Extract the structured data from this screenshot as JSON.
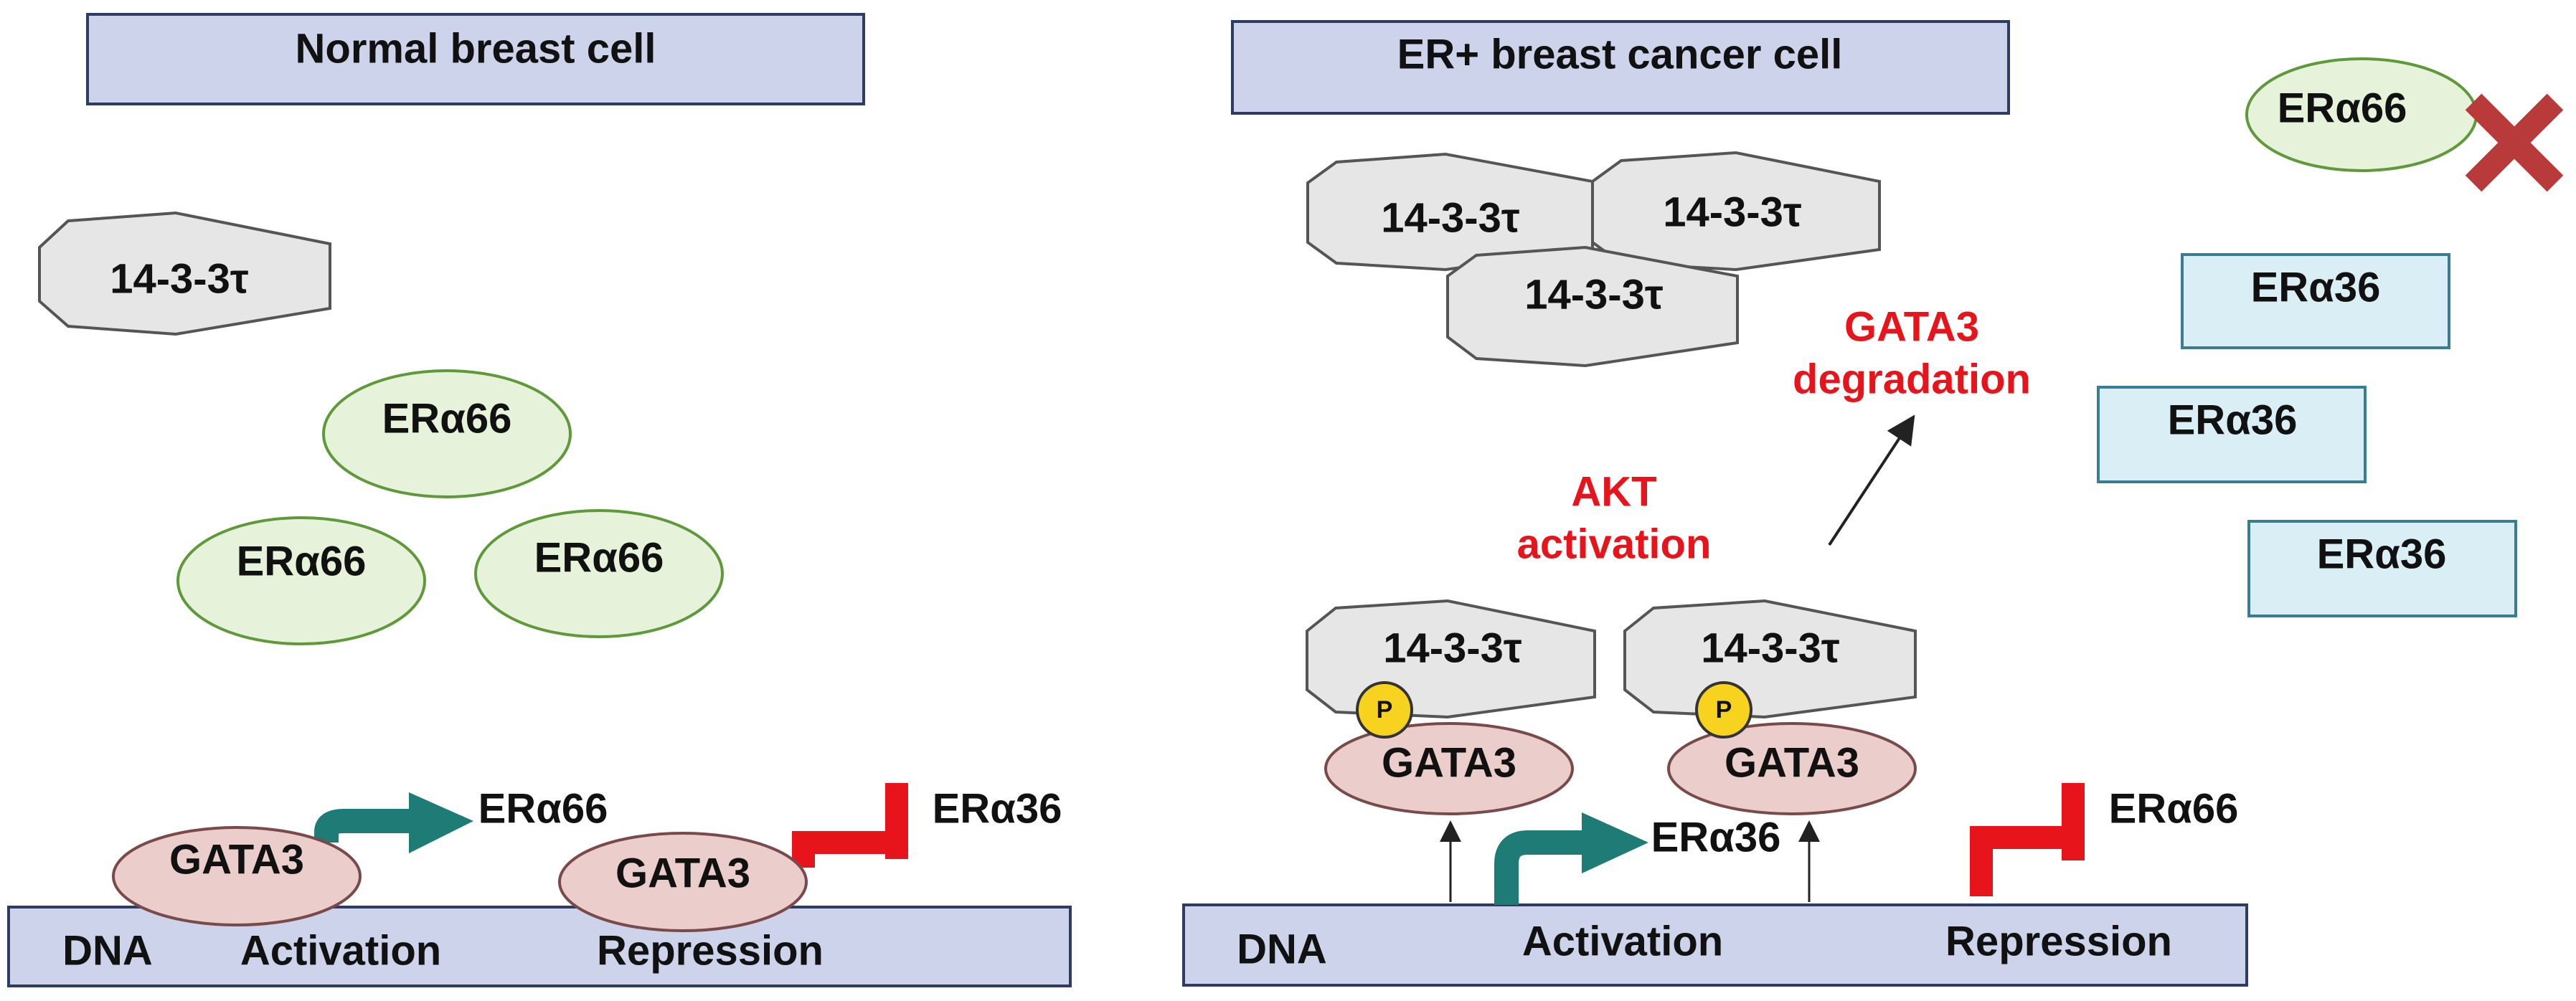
{
  "colors": {
    "title_fill": "#cdd3ea",
    "title_stroke": "#2e3b63",
    "hex_fill": "#e6e6e6",
    "hex_stroke": "#555555",
    "er66_fill": "#e6f2d9",
    "er66_stroke": "#5f9a3a",
    "er36_fill": "#d9eff5",
    "er36_stroke": "#3a7c93",
    "gata_fill": "#ebcdcb",
    "gata_stroke": "#7a4a4a",
    "dna_fill": "#cdd3ea",
    "dna_stroke": "#2e3b63",
    "activation_arrow": "#1e7b75",
    "repression_bar": "#e8141c",
    "red_text": "#e8141c",
    "phospho_fill": "#f7d21e",
    "cross": "#b83a3a"
  },
  "left_panel": {
    "title": "Normal breast cell",
    "protein_1433": "14-3-3τ",
    "eralpha66": [
      "ERα66",
      "ERα66",
      "ERα66"
    ],
    "dna": {
      "dna_label": "DNA",
      "activation_label": "Activation",
      "repression_label": "Repression",
      "gata3_a": "GATA3",
      "gata3_b": "GATA3",
      "activated_gene": "ERα66",
      "repressed_gene": "ERα36"
    }
  },
  "right_panel": {
    "title": "ER+ breast cancer cell",
    "protein_1433_cluster": [
      "14-3-3τ",
      "14-3-3τ",
      "14-3-3τ"
    ],
    "degraded_eralpha66": "ERα66",
    "eralpha36": [
      "ERα36",
      "ERα36",
      "ERα36"
    ],
    "gata3_degradation": [
      "GATA3",
      "degradation"
    ],
    "akt_activation": [
      "AKT",
      "activation"
    ],
    "complex_a": {
      "protein_1433": "14-3-3τ",
      "phospho": "P",
      "gata3": "GATA3"
    },
    "complex_b": {
      "protein_1433": "14-3-3τ",
      "phospho": "P",
      "gata3": "GATA3"
    },
    "dna": {
      "dna_label": "DNA",
      "activation_label": "Activation",
      "repression_label": "Repression",
      "activated_gene": "ERα36",
      "repressed_gene": "ERα66"
    }
  }
}
